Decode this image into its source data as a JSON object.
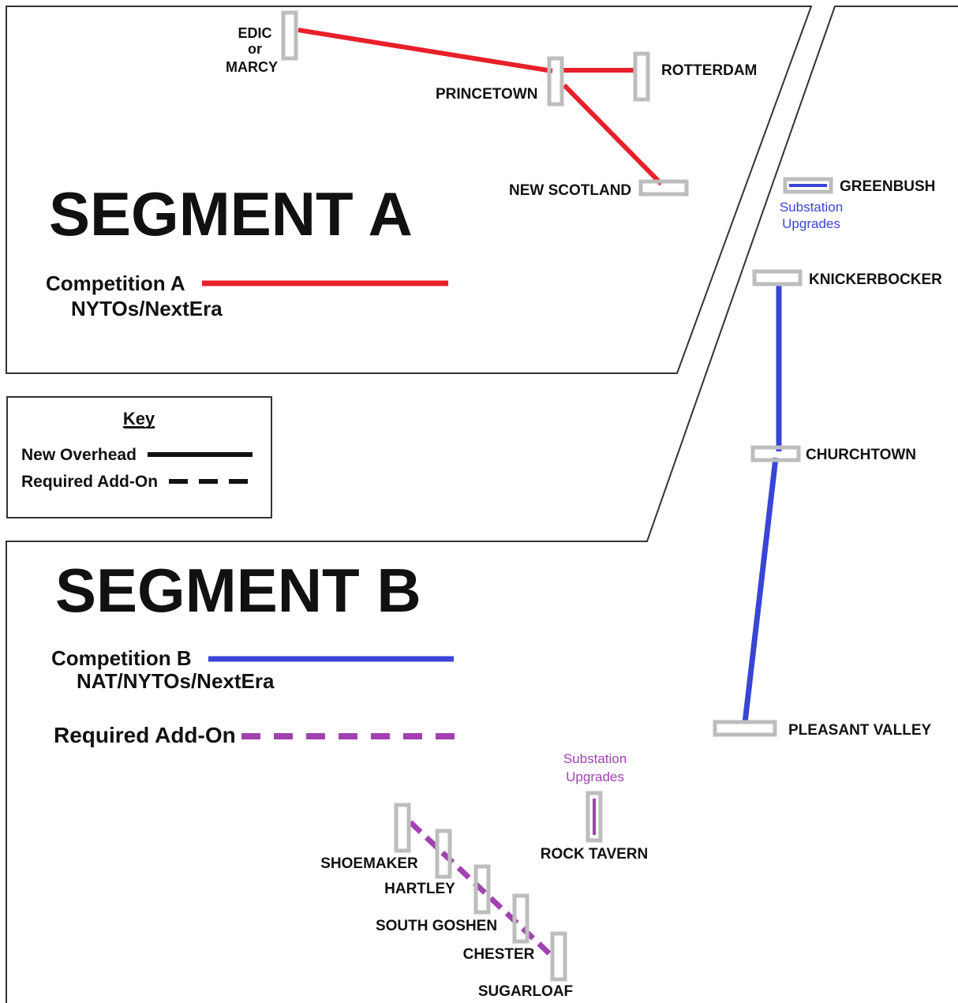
{
  "segment_a": {
    "title": "SEGMENT A",
    "competition_label": "Competition A",
    "competition_parties": "NYTOs/NextEra",
    "line_color": "#e8202a"
  },
  "segment_b": {
    "title": "SEGMENT B",
    "competition_label": "Competition B",
    "competition_parties": "NAT/NYTOs/NextEra",
    "line_color": "#3a45d6",
    "addon_label": "Required Add-On",
    "addon_color": "#a142b0"
  },
  "key": {
    "title": "Key",
    "new_overhead": "New Overhead",
    "required_addon": "Required Add-On"
  },
  "stations": {
    "edic_line1": "EDIC",
    "edic_line2": "or",
    "edic_line3": "MARCY",
    "princetown": "PRINCETOWN",
    "rotterdam": "ROTTERDAM",
    "new_scotland": "NEW SCOTLAND",
    "greenbush": "GREENBUSH",
    "knickerbocker": "KNICKERBOCKER",
    "churchtown": "CHURCHTOWN",
    "pleasant_valley": "PLEASANT VALLEY",
    "rock_tavern": "ROCK TAVERN",
    "shoemaker": "SHOEMAKER",
    "hartley": "HARTLEY",
    "south_goshen": "SOUTH GOSHEN",
    "chester": "CHESTER",
    "sugarloaf": "SUGARLOAF"
  },
  "notes": {
    "greenbush_line1": "Substation",
    "greenbush_line2": "Upgrades",
    "rock_tavern_line1": "Substation",
    "rock_tavern_line2": "Upgrades"
  }
}
